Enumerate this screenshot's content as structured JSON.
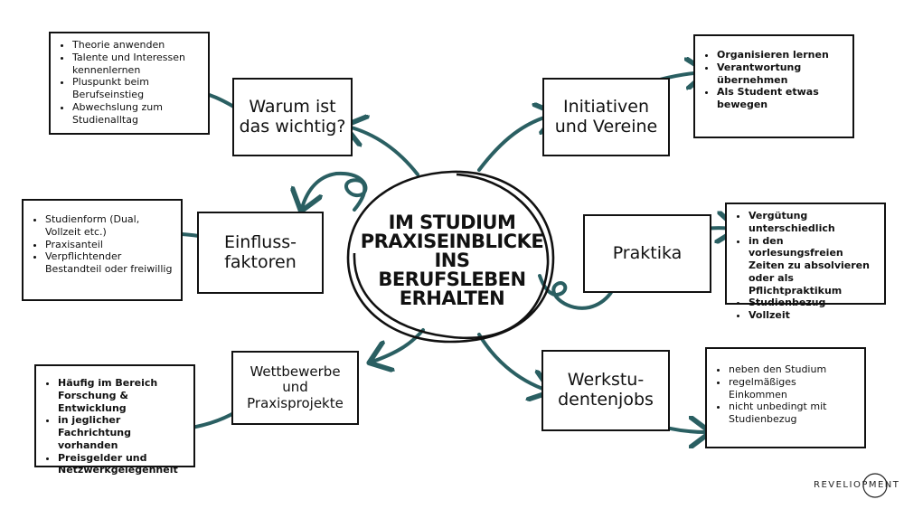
{
  "center": {
    "lines": [
      "IM STUDIUM",
      "PRAXISEINBLICKE",
      "INS BERUFSLEBEN",
      "ERHALTEN"
    ]
  },
  "topics": {
    "warum": "Warum ist\ndas wichtig?",
    "initiativen": "Initiativen\nund Vereine",
    "einfluss": "Einfluss-\nfaktoren",
    "praktika": "Praktika",
    "wettbewerbe": "Wettbewerbe\nund\nPraxisprojekte",
    "werkstudenten": "Werkstu-\ndentenjobs"
  },
  "notes": {
    "warum": [
      "Theorie anwenden",
      "Talente und Interessen kennenlernen",
      "Pluspunkt beim Berufseinstieg",
      "Abwechslung zum Studienalltag"
    ],
    "initiativen": [
      "Organisieren lernen",
      "Verantwortung übernehmen",
      "Als Student etwas bewegen"
    ],
    "einfluss": [
      "Studienform (Dual, Vollzeit etc.)",
      "Praxisanteil",
      "Verpflichtender Bestandteil oder freiwillig"
    ],
    "praktika": [
      "Vergütung unterschiedlich",
      "in den vorlesungsfreien Zeiten zu absolvieren oder als Pflichtpraktikum",
      "Studienbezug",
      "Vollzeit"
    ],
    "wettbewerbe": [
      "Häufig im Bereich Forschung & Entwicklung",
      "in jeglicher Fachrichtung vorhanden",
      "Preisgelder und Netzwerkgelegenheit"
    ],
    "werkstudenten": [
      "neben den Studium",
      "regelmäßiges Einkommen",
      "nicht unbedingt mit Studienbezug"
    ]
  },
  "logo": {
    "text": "REVELIOPMENT"
  },
  "colors": {
    "arrow": "#2a5f62",
    "ink": "#111111"
  }
}
